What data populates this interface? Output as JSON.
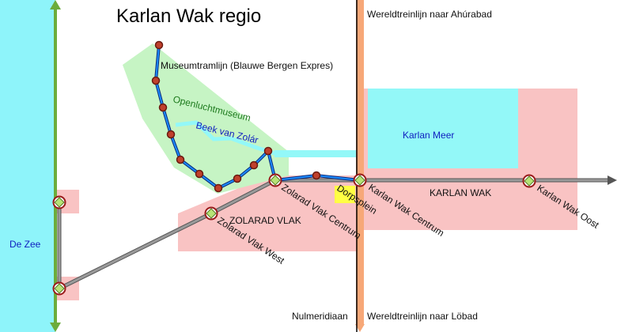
{
  "title": "Karlan Wak regio",
  "colors": {
    "sea": "#8ef4fa",
    "lake": "#93f8f8",
    "urban": "#f9c3c3",
    "park": "#c6f4c4",
    "rail": "#808080",
    "tram": "#1c8cff",
    "coast_line": "#6cac3c",
    "world_line": "#f7a878",
    "meridian": "#000000",
    "station_ring": "#9a1b1b",
    "station_fill": "#b6e476",
    "tram_stop": "#c0402c",
    "highlight": "#ffff44"
  },
  "labels": {
    "tram_line": "Museumtramlijn (Blauwe Bergen Expres)",
    "museum": "Openluchtmuseum",
    "creek": "Beek van Zolár",
    "lake": "Karlan Meer",
    "sea": "De Zee",
    "district_zolarad": "ZOLARAD VLAK",
    "district_karlan": "KARLAN WAK",
    "meridian": "Nulmeridiaan",
    "world_north": "Wereldtreinlijn naar Ahúrabad",
    "world_south": "Wereldtreinlijn naar Löbad",
    "square": "Dorpsplein"
  },
  "stations": {
    "zolarad_west": "Zolarad Vlak West",
    "zolarad_centrum": "Zolarad Vlak Centrum",
    "karlan_centrum": "Karlan Wak Centrum",
    "karlan_oost": "Karlan Wak Oost"
  },
  "icons": {
    "station": "station-marker-icon",
    "tram_stop": "tram-stop-icon",
    "arrow": "arrow-icon"
  }
}
